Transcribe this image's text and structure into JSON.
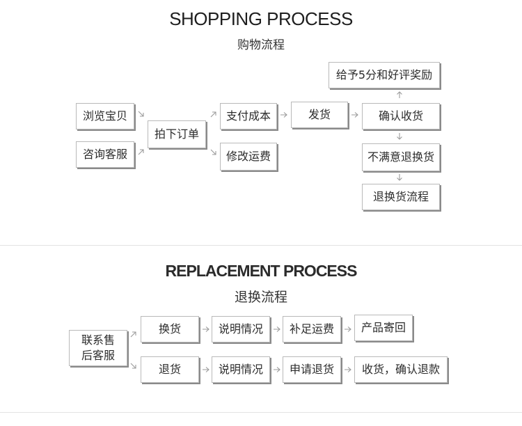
{
  "shopping": {
    "title_en": "SHOPPING PROCESS",
    "title_zh": "购物流程",
    "steps": {
      "browse": "浏览宝贝",
      "consult": "咨询客服",
      "order": "拍下订单",
      "pay": "支付成本",
      "modify": "修改运费",
      "ship": "发货",
      "confirm": "确认收货",
      "review": "给予5分和好评奖励",
      "unsatisfied": "不满意退换货",
      "return_flow": "退换货流程"
    }
  },
  "replacement": {
    "title_en": "REPLACEMENT PROCESS",
    "title_zh": "退换流程",
    "steps": {
      "contact": "联系售后客服",
      "exchange": "换货",
      "explain_1": "说明情况",
      "shipping_fee": "补足运费",
      "send_back": "产品寄回",
      "refund": "退货",
      "explain_2": "说明情况",
      "apply_refund": "申请退货",
      "receive_confirm": "收货，确认退款"
    }
  }
}
